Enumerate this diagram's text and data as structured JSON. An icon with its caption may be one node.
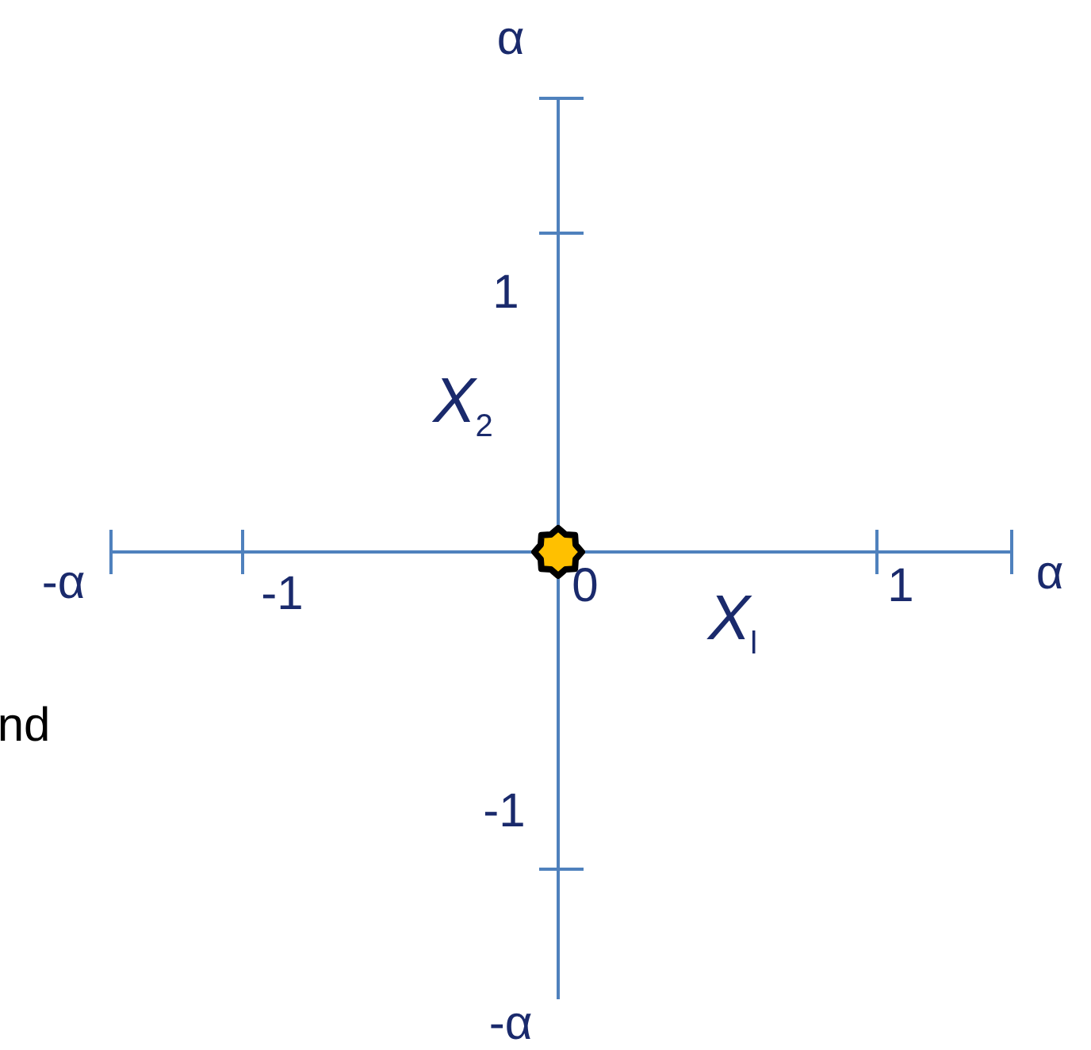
{
  "diagram": {
    "labels": [
      "α",
      "1",
      "*X*$_{2}$",
      "-α",
      "-1",
      "0",
      "1",
      "α",
      "*X*$_{l}$",
      "nd",
      "-1",
      "-α"
    ]
  }
}
